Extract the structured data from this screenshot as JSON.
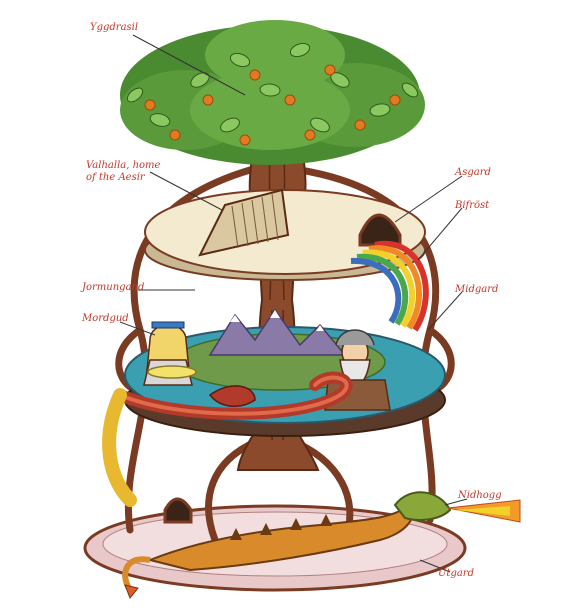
{
  "labels": {
    "yggdrasil": "Yggdrasil",
    "valhalla_line1": "Valhalla, home",
    "valhalla_line2": "of the Aesir",
    "asgard": "Asgard",
    "bifrost": "Bifröst",
    "jormungand": "Jormungand",
    "midgard": "Midgard",
    "mordgud": "Mordgud",
    "nidhogg": "Nidhogg",
    "utgard": "Utgard"
  },
  "colors": {
    "label_text": "#c0392b",
    "leader_line": "#333333",
    "trunk": "#8b4a2b",
    "root": "#7a3b22",
    "foliage": "#5a9a3a",
    "fruit": "#e07b1f",
    "asgard_disc": "#f3ead0",
    "midgard_water": "#3a9fb0",
    "midgard_land": "#6f9a4a",
    "mountain": "#8a7aa8",
    "serpent": "#b23a2a",
    "dragon": "#d98a2a",
    "underworld": "#e8c8c8",
    "rainbow": [
      "#d8332a",
      "#f08a24",
      "#f2d12a",
      "#4aa84a",
      "#3a6fc0"
    ]
  }
}
